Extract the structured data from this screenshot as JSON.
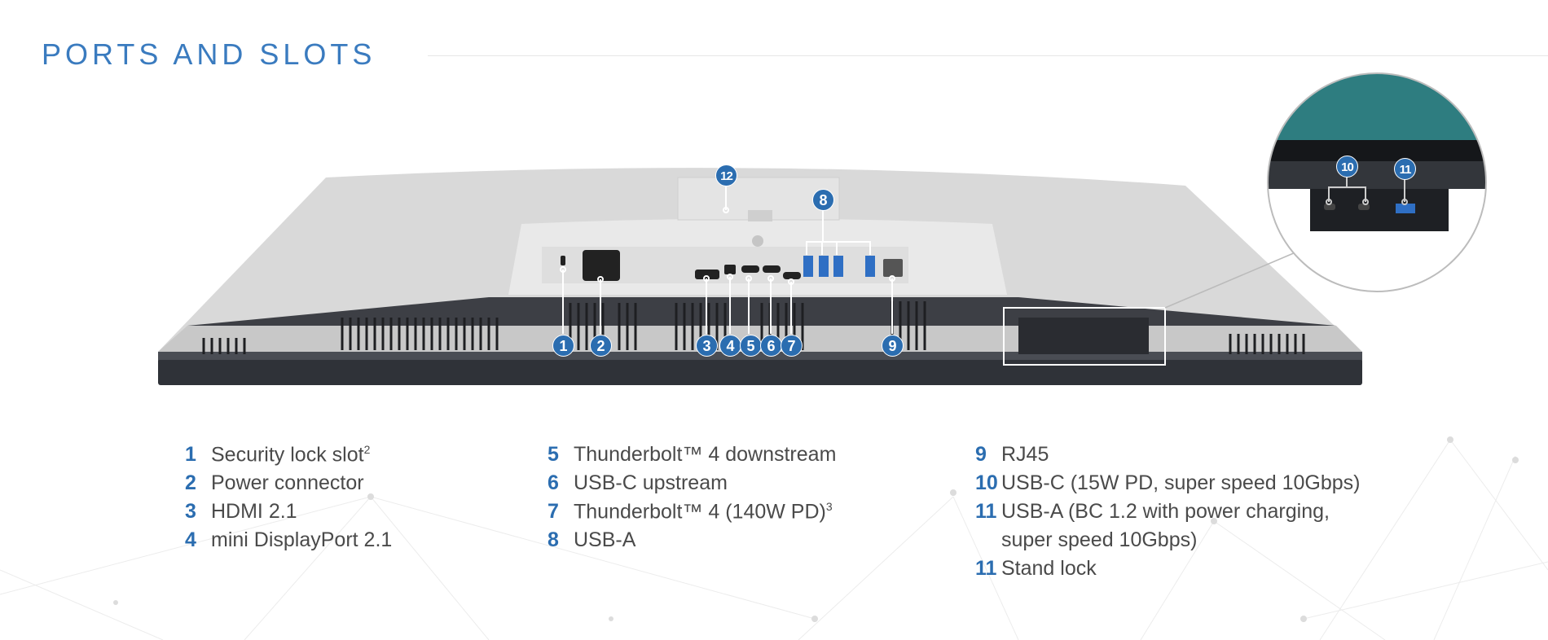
{
  "title": "PORTS AND SLOTS",
  "colors": {
    "accent": "#2b6db0",
    "title": "#3a7bbf"
  },
  "badges": {
    "b1": "1",
    "b2": "2",
    "b3": "3",
    "b4": "4",
    "b5": "5",
    "b6": "6",
    "b7": "7",
    "b8": "8",
    "b9": "9",
    "b10": "10",
    "b11": "11",
    "b12": "12"
  },
  "legend": {
    "col1": [
      {
        "num": "1",
        "label": "Security lock slot",
        "sup": "2"
      },
      {
        "num": "2",
        "label": "Power connector"
      },
      {
        "num": "3",
        "label": "HDMI 2.1"
      },
      {
        "num": "4",
        "label": "mini DisplayPort 2.1"
      }
    ],
    "col2": [
      {
        "num": "5",
        "label": "Thunderbolt™ 4 downstream"
      },
      {
        "num": "6",
        "label": "USB-C upstream"
      },
      {
        "num": "7",
        "label": "Thunderbolt™ 4 (140W PD)",
        "sup": "3"
      },
      {
        "num": "8",
        "label": "USB-A"
      }
    ],
    "col3": [
      {
        "num": "9",
        "label": "RJ45"
      },
      {
        "num": "10",
        "label": "USB-C (15W PD, super speed 10Gbps)"
      },
      {
        "num": "11",
        "label": "USB-A (BC 1.2 with power charging,",
        "cont": "super speed 10Gbps)"
      },
      {
        "num": "11",
        "label": "Stand lock"
      }
    ]
  }
}
